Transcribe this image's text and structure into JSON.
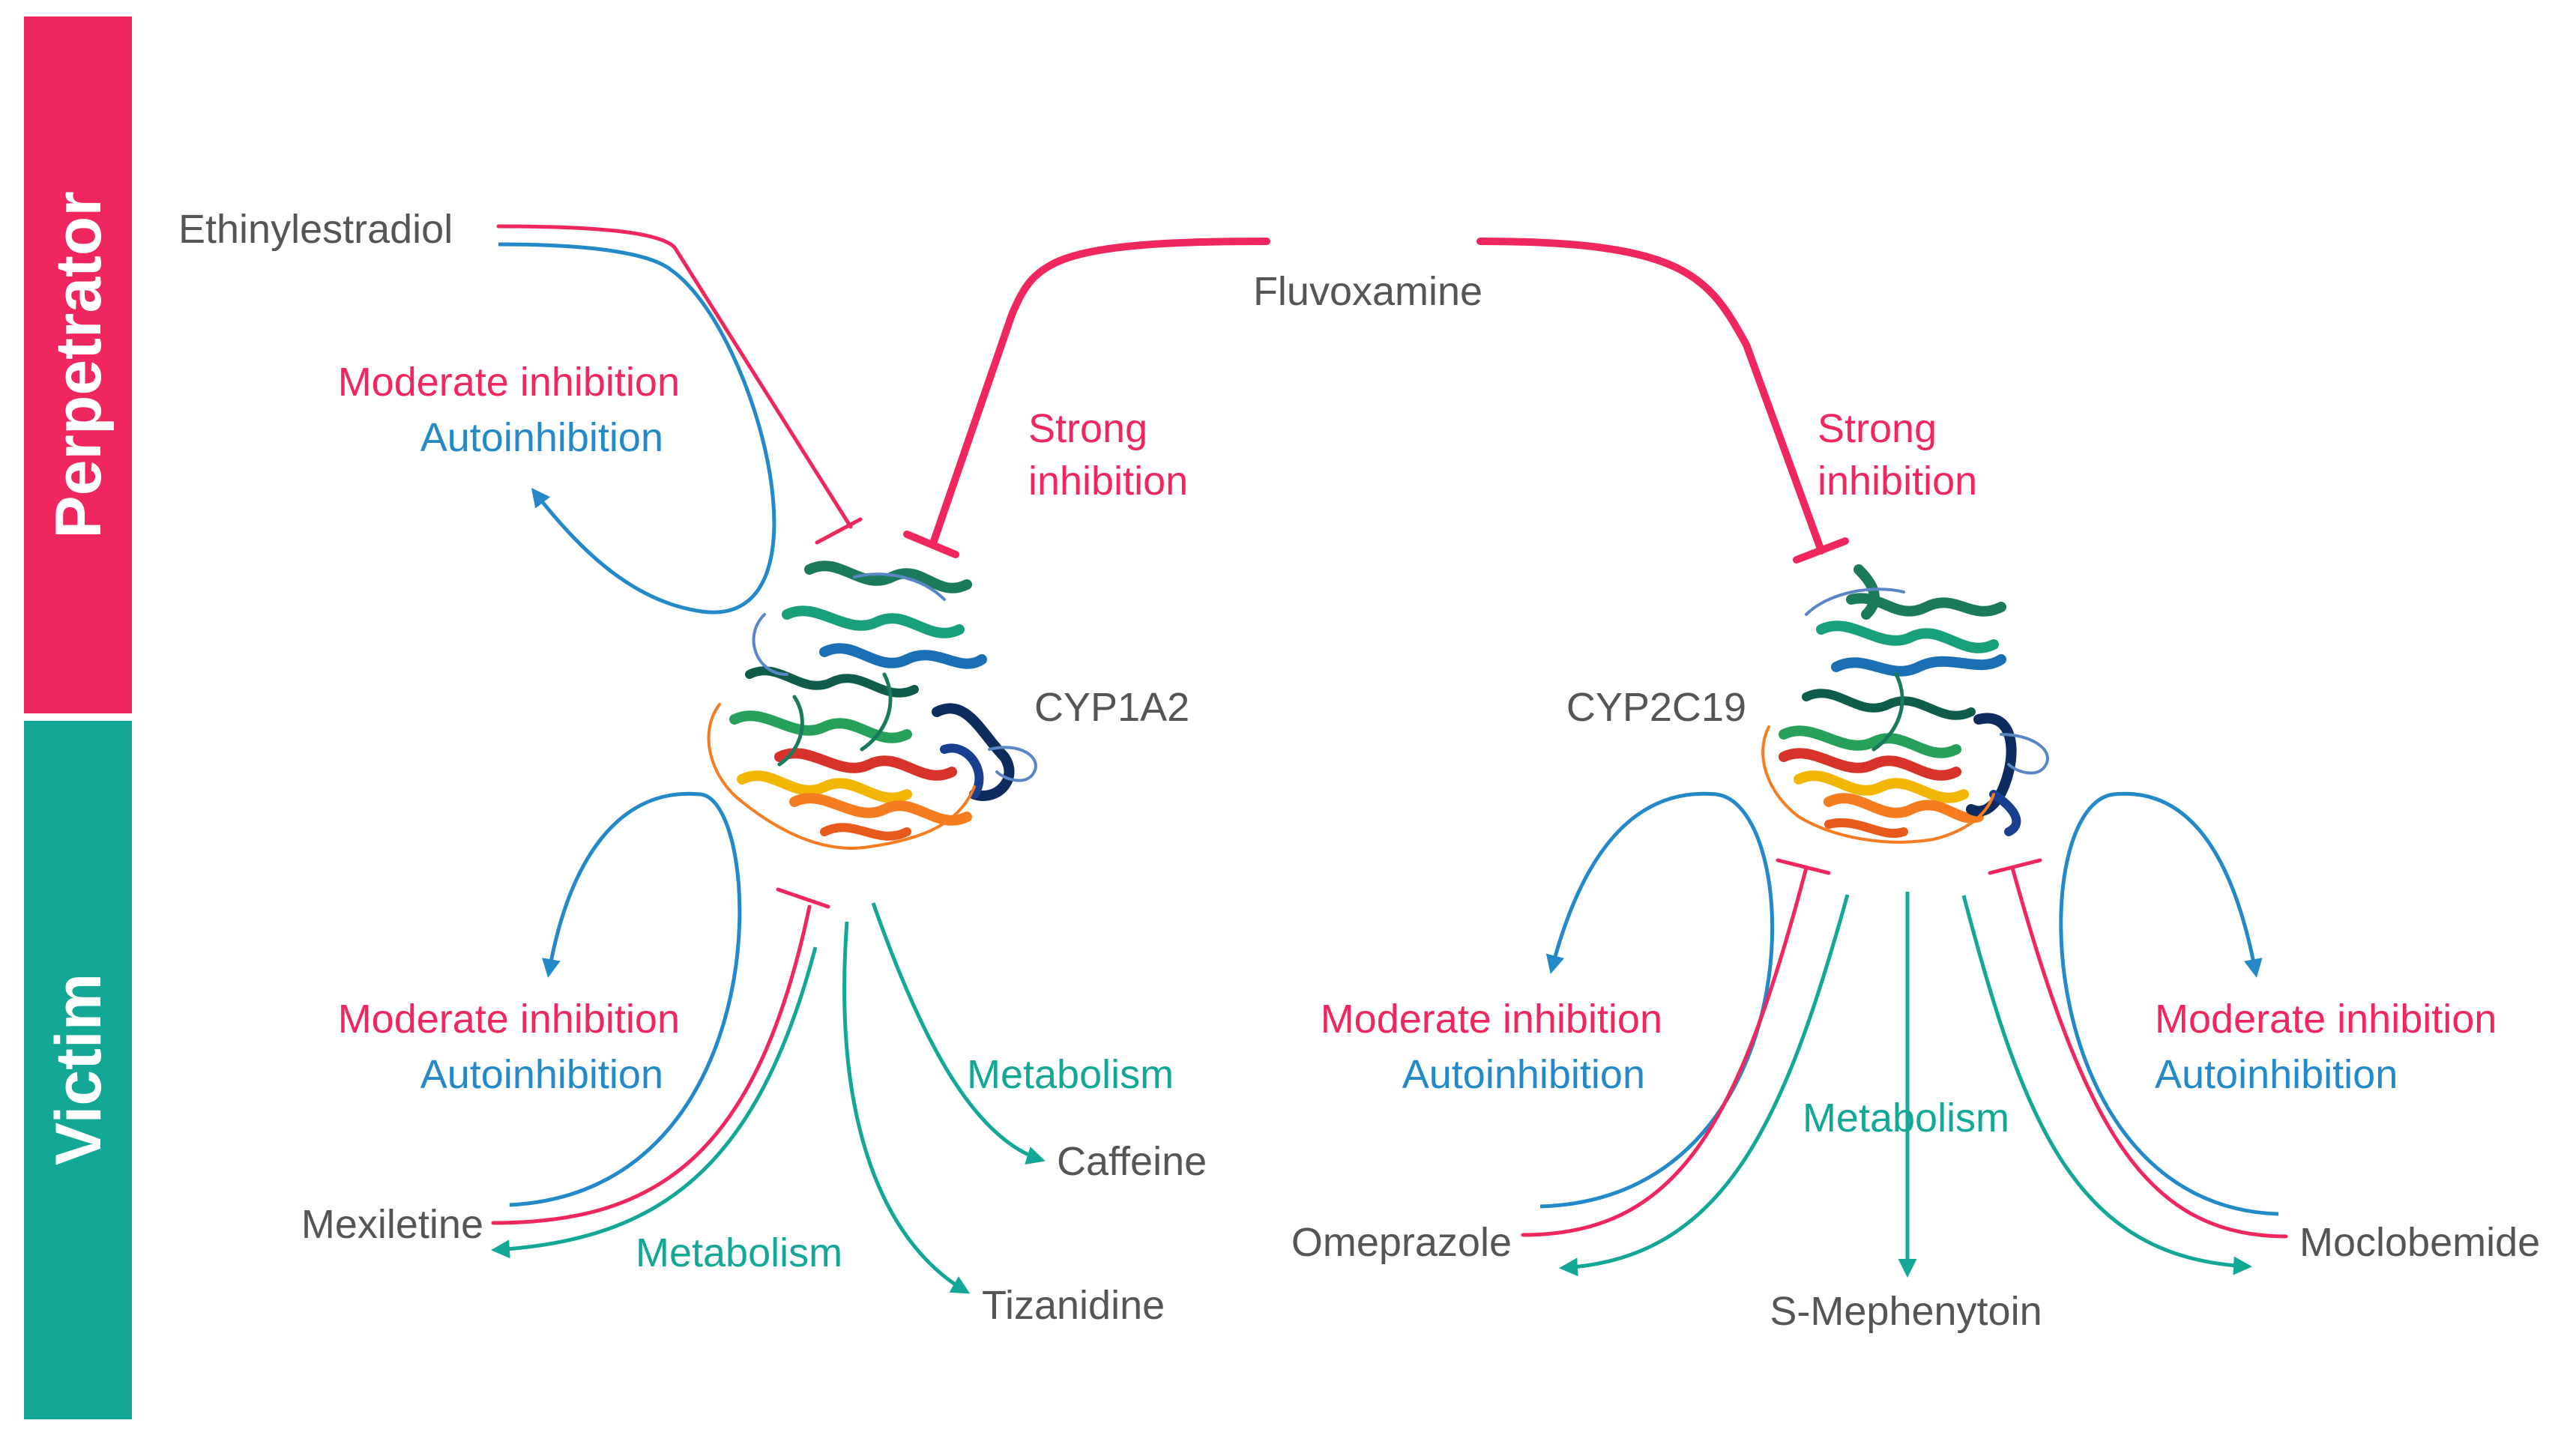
{
  "colors": {
    "perpetrator": "#f0275e",
    "victim": "#13a896",
    "inhibition": "#f0275e",
    "autoinhibition": "#2389c9",
    "metabolism": "#13a896",
    "drug_text": "#555555"
  },
  "sidebar": {
    "perpetrator_label": "Perpetrator",
    "victim_label": "Victim"
  },
  "perpetrator_drug": "Fluvoxamine",
  "enzymes": {
    "left": "CYP1A2",
    "right": "CYP2C19"
  },
  "labels": {
    "strong": "Strong",
    "inhibition": "inhibition",
    "moderate_inhibition": "Moderate inhibition",
    "autoinhibition": "Autoinhibition",
    "metabolism": "Metabolism"
  },
  "drugs": {
    "ethinylestradiol": "Ethinylestradiol",
    "mexiletine": "Mexiletine",
    "caffeine": "Caffeine",
    "tizanidine": "Tizanidine",
    "omeprazole": "Omeprazole",
    "s_mephenytoin": "S-Mephenytoin",
    "moclobemide": "Moclobemide"
  }
}
